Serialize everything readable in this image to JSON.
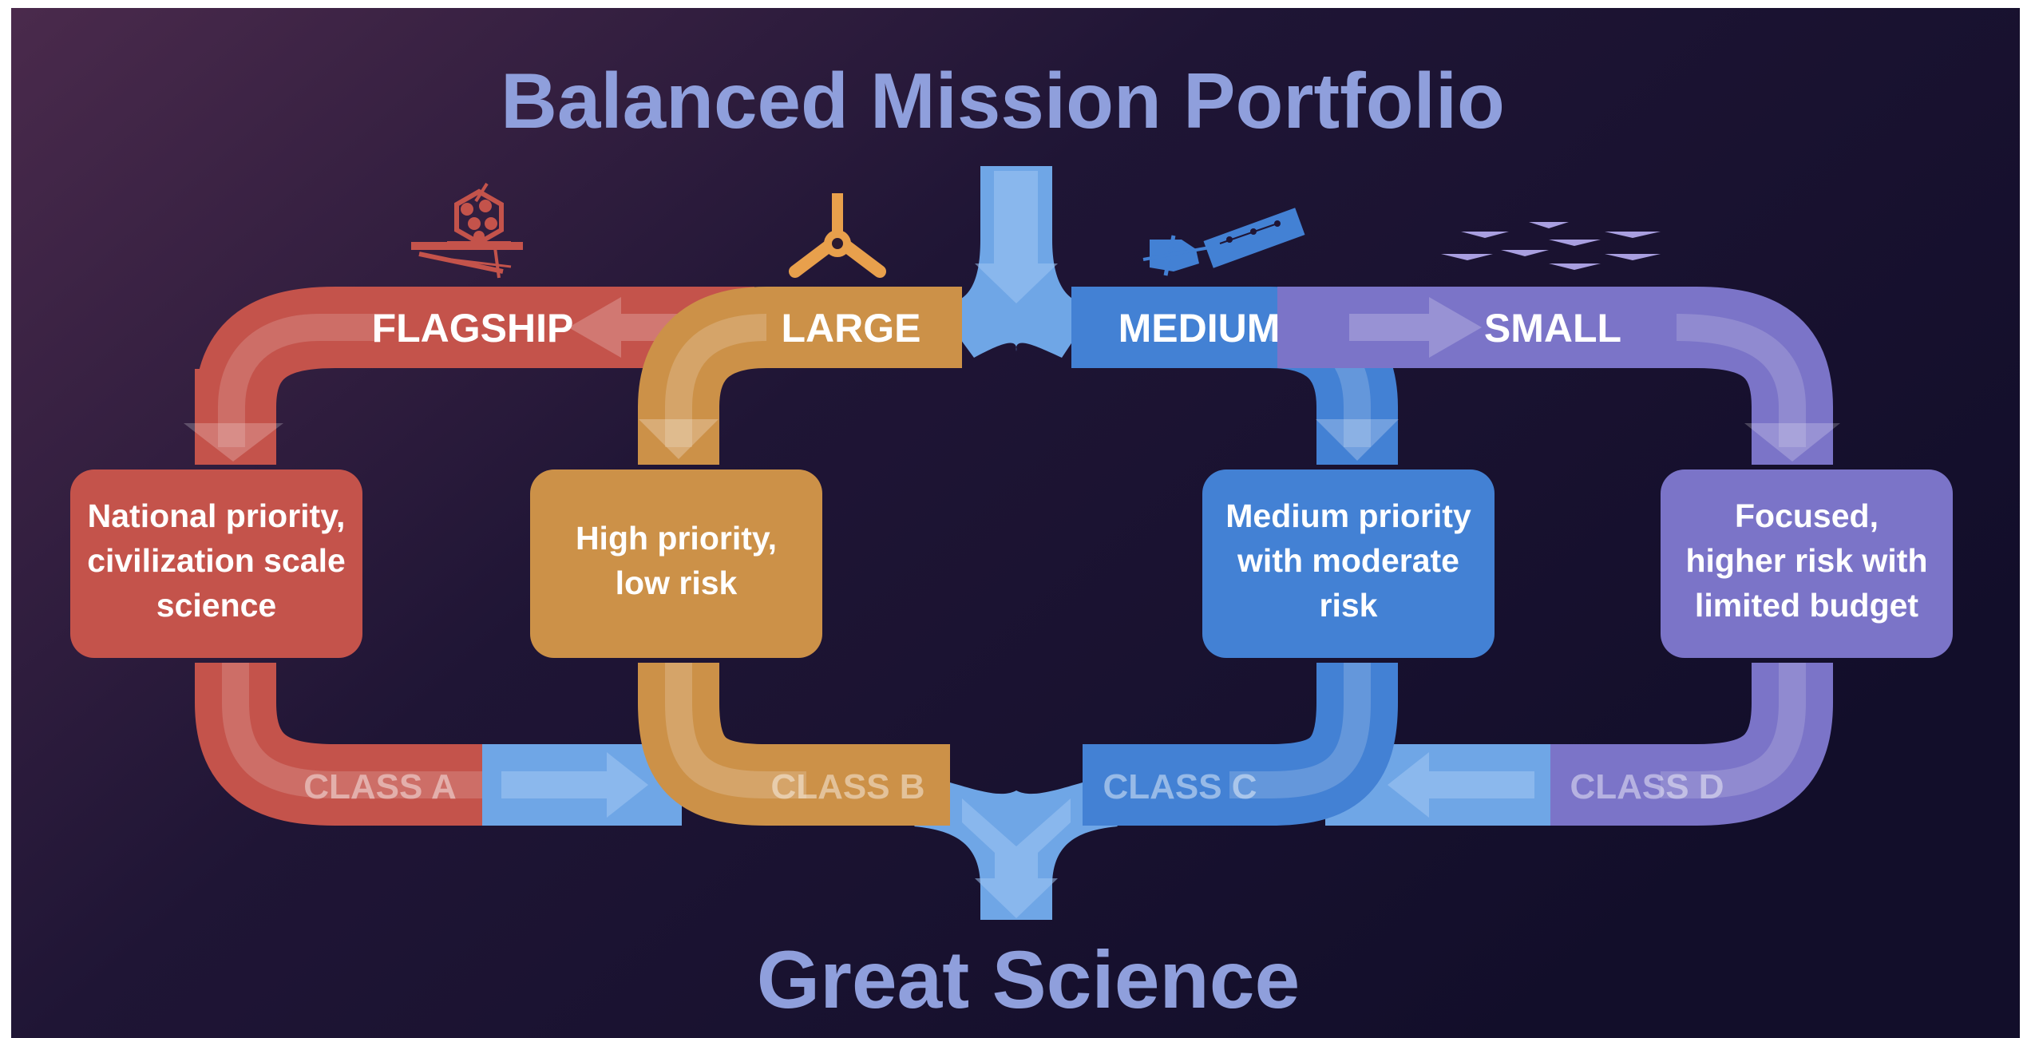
{
  "diagram": {
    "title": "Balanced Mission Portfolio",
    "footer": "Great Science",
    "colors": {
      "background_light": "#4a2a4c",
      "background_dark": "#140f2e",
      "title": "#8f9fdc",
      "flagship": "#c4534b",
      "large": "#cc9148",
      "medium": "#4381d4",
      "small": "#7b74c8",
      "connector": "#6fa6e6",
      "text": "#ffffff"
    },
    "classes": [
      {
        "key": "flagship",
        "name": "FLAGSHIP",
        "class_label": "CLASS A",
        "description": [
          "National priority,",
          "civilization scale",
          "science"
        ],
        "icon": "space-telescope-icon"
      },
      {
        "key": "large",
        "name": "LARGE",
        "class_label": "CLASS B",
        "description": [
          "High priority,",
          "low risk"
        ],
        "icon": "spacecraft-icon"
      },
      {
        "key": "medium",
        "name": "MEDIUM",
        "class_label": "CLASS C",
        "description": [
          "Medium priority",
          "with moderate",
          "risk"
        ],
        "icon": "satellite-icon"
      },
      {
        "key": "small",
        "name": "SMALL",
        "class_label": "CLASS D",
        "description": [
          "Focused,",
          "higher risk with",
          "limited budget"
        ],
        "icon": "smallsat-constellation-icon"
      }
    ]
  }
}
